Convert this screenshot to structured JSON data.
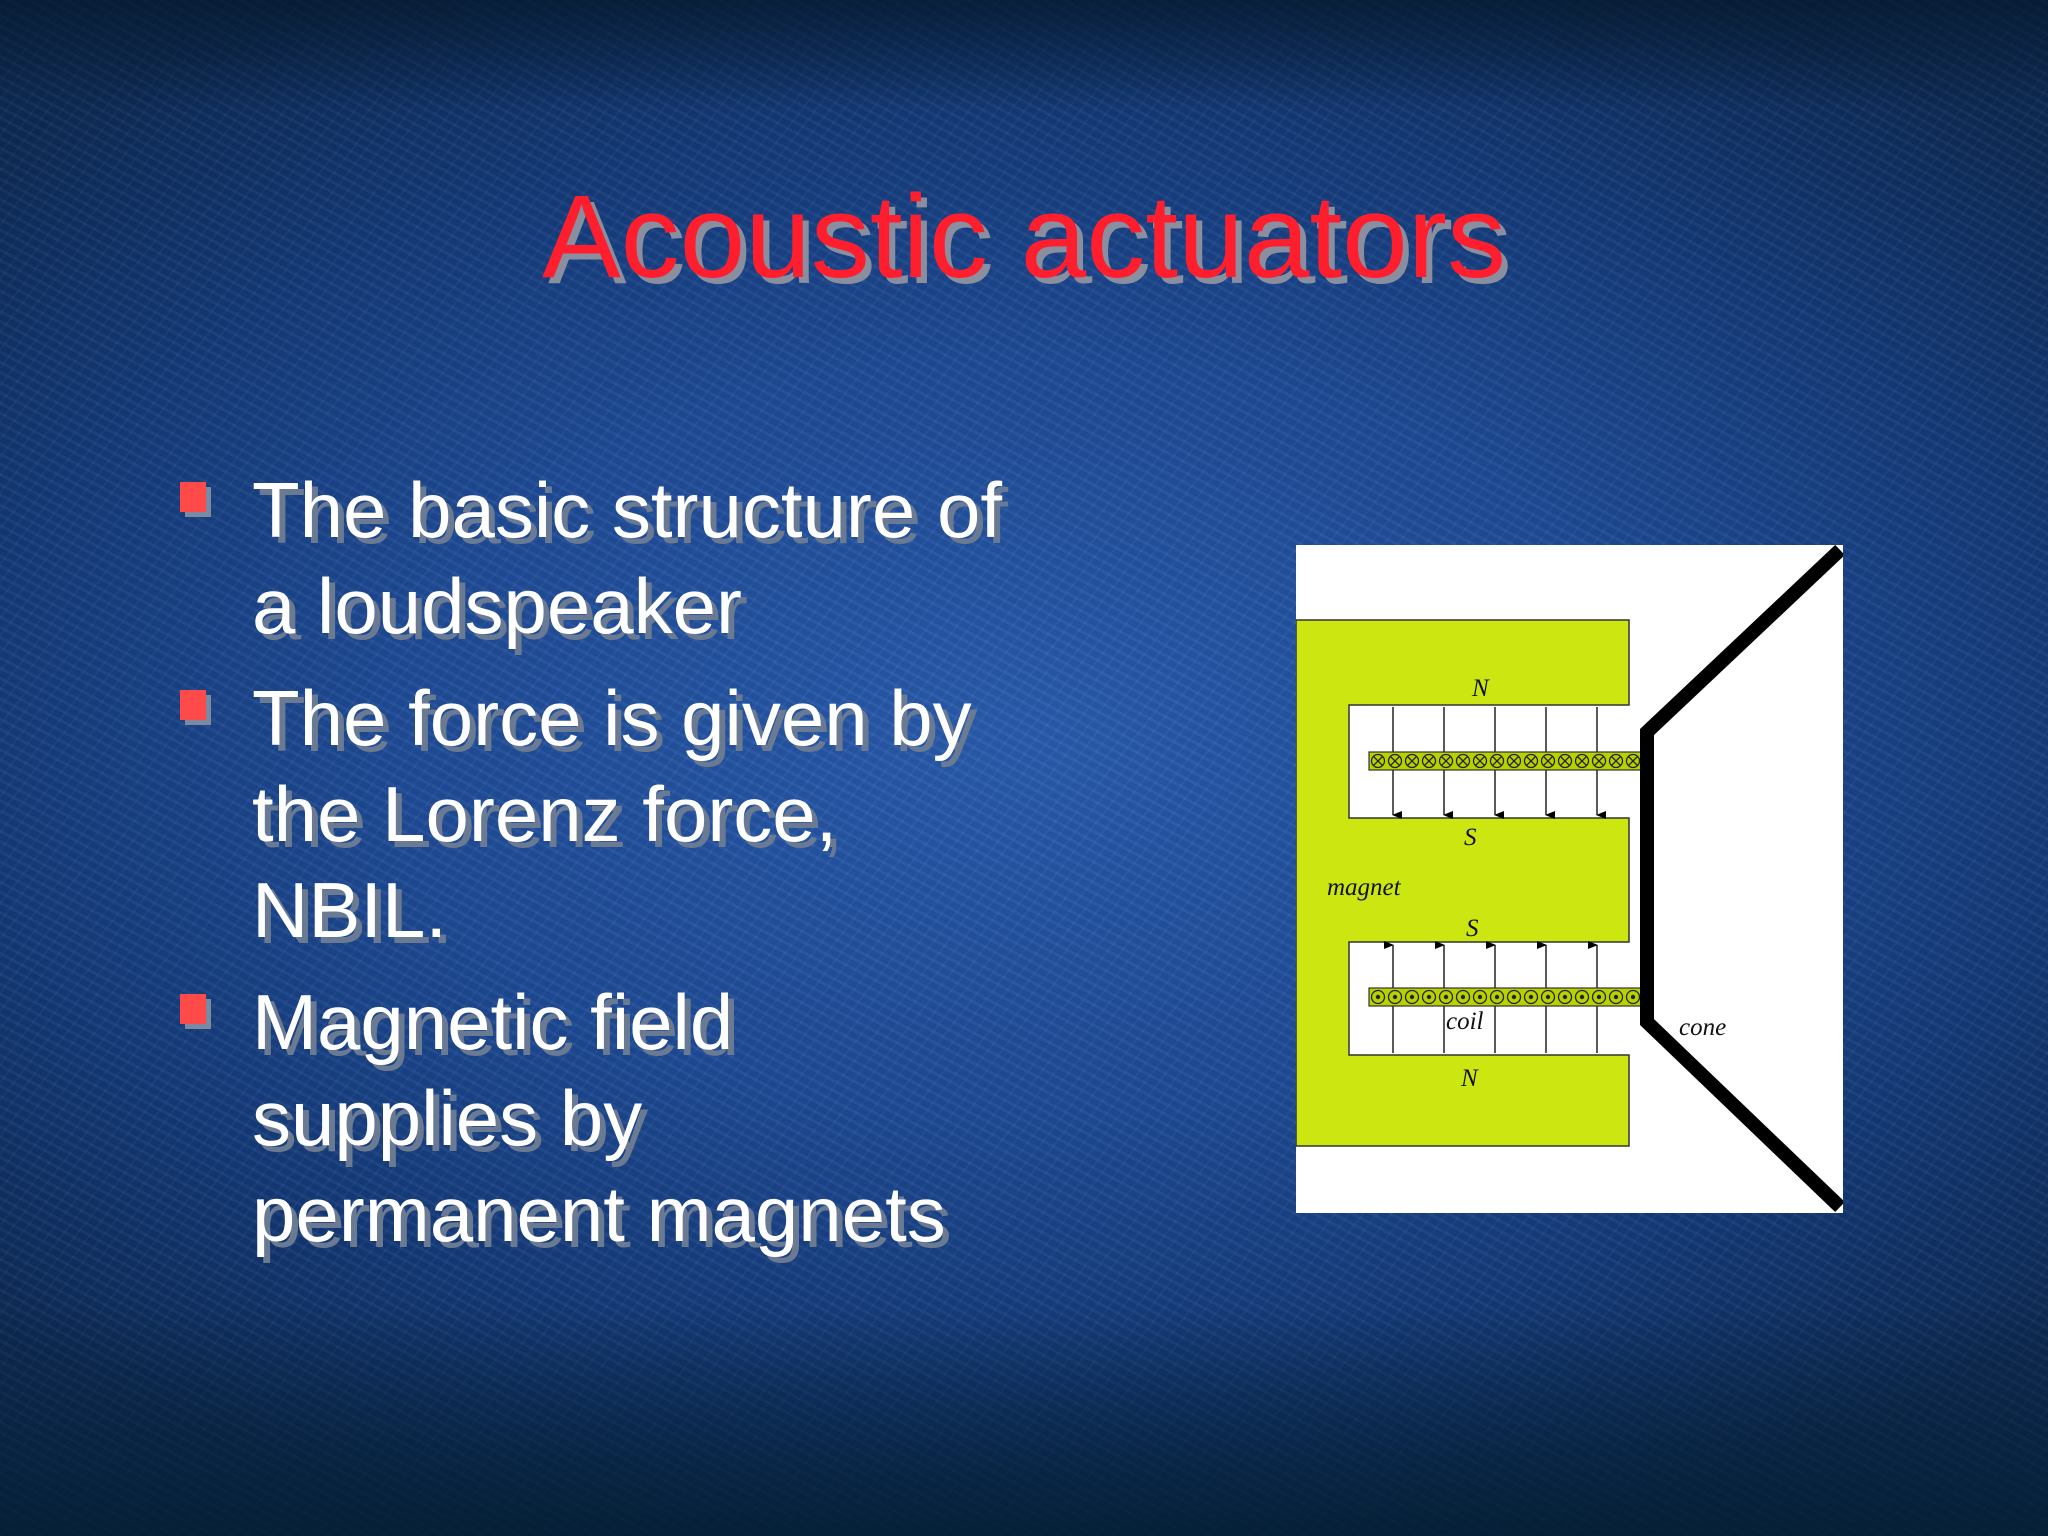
{
  "slide": {
    "title": "Acoustic actuators",
    "bullets": [
      {
        "lines": [
          "The basic structure of",
          "a loudspeaker"
        ]
      },
      {
        "lines": [
          "The force is given by",
          "the Lorenz force,",
          "NBIL."
        ]
      },
      {
        "lines": [
          "Magnetic field",
          "supplies by",
          "permanent magnets"
        ]
      }
    ]
  },
  "diagram": {
    "labels": {
      "pole_top_n": "N",
      "pole_upper_s": "S",
      "magnet": "magnet",
      "pole_lower_s": "S",
      "coil": "coil",
      "pole_bottom_n": "N",
      "cone": "cone"
    },
    "colors": {
      "magnet_fill": "#cce612",
      "coil_fill": "#b8d200",
      "cone_stroke": "#000000",
      "title_red": "#ff1e2d",
      "bullet_red": "#ff4a4a"
    },
    "coil_symbols": {
      "upper": "current-into-page",
      "lower": "current-out-of-page"
    }
  }
}
